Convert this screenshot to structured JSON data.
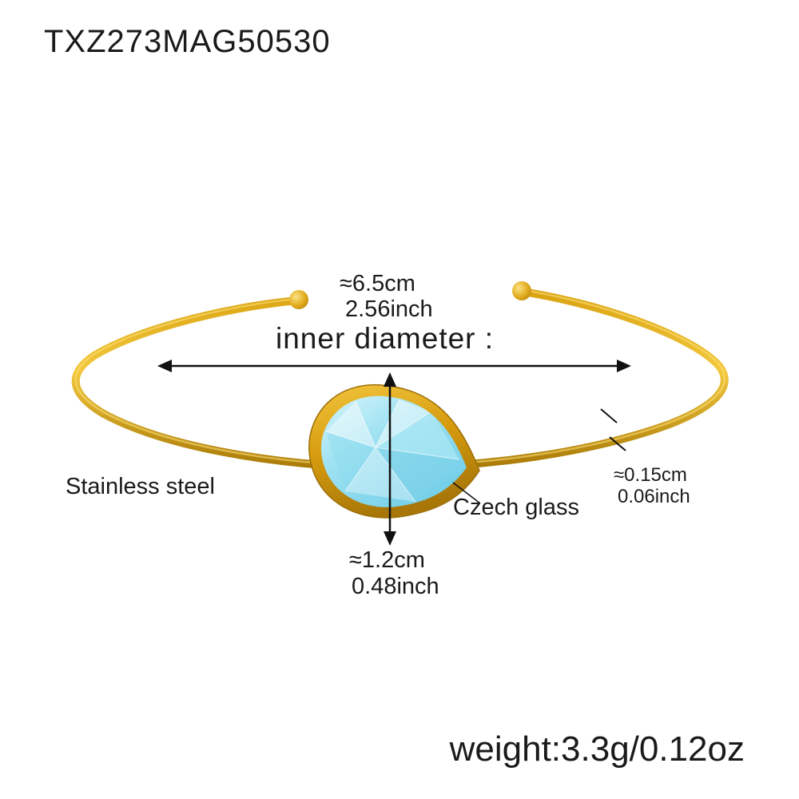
{
  "product": {
    "sku": "TXZ273MAG50530",
    "weight": "weight:3.3g/0.12oz"
  },
  "dimensions": {
    "inner_diameter": {
      "cm": "≈6.5cm",
      "inch": "2.56inch",
      "label": "inner diameter :"
    },
    "pendant_height": {
      "cm": "≈1.2cm",
      "inch": "0.48inch"
    },
    "wire_thickness": {
      "cm": "≈0.15cm",
      "inch": "0.06inch"
    }
  },
  "materials": {
    "band": "Stainless steel",
    "stone": "Czech glass"
  },
  "colors": {
    "gold": "#D89B10",
    "gold_dark": "#A97A06",
    "gold_light": "#F6CE4C",
    "glass_blue": "#8ED9ED",
    "glass_blue_light": "#C6EFF9",
    "text": "#1a1a1a",
    "background": "#ffffff"
  }
}
